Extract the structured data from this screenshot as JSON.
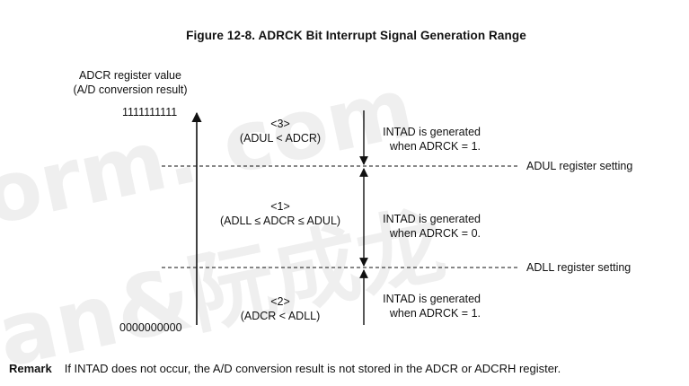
{
  "figure": {
    "title": "Figure 12-8.  ADRCK Bit Interrupt Signal Generation Range"
  },
  "axis": {
    "label_line1": "ADCR register value",
    "label_line2": "(A/D conversion result)",
    "max": "1111111111",
    "min": "0000000000"
  },
  "ranges": [
    {
      "tag": "<3>",
      "condition": "(ADUL < ADCR)",
      "note_line1": "INTAD is generated",
      "note_line2": "when ADRCK = 1."
    },
    {
      "tag": "<1>",
      "condition": "(ADLL ≤ ADCR ≤ ADUL)",
      "note_line1": "INTAD is generated",
      "note_line2": "when ADRCK = 0."
    },
    {
      "tag": "<2>",
      "condition": "(ADCR < ADLL)",
      "note_line1": "INTAD is generated",
      "note_line2": "when ADRCK = 1."
    }
  ],
  "thresholds": {
    "upper": "ADUL register setting",
    "lower": "ADLL register setting"
  },
  "remark": {
    "label": "Remark",
    "text": "If INTAD does not occur, the A/D conversion result is not stored in the ADCR or ADCRH register."
  },
  "watermark": {
    "line1": "orm. com",
    "line2": "an&阮成龙"
  },
  "colors": {
    "line": "#111111",
    "watermark": "#b4b4b4"
  }
}
